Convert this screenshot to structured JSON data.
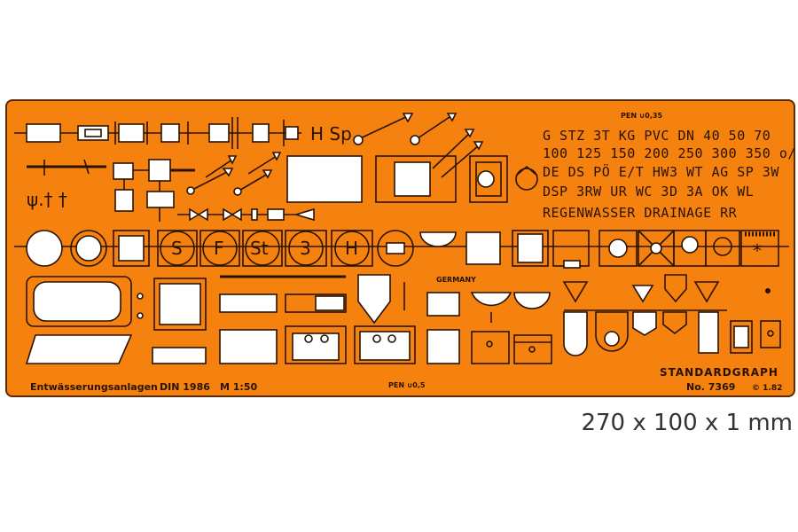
{
  "pen_top": "PEN ∪0,35",
  "pen_bottom": "PEN ∪0,5",
  "symbol_hsp": "H Sp",
  "label_rows": [
    "G  STZ  3T  KG  PVC  DN  40  50  70",
    "100  125  150  200  250  300  350  o/",
    "DE  DS  PÖ  E/T  HW3  WT  AG  SP  3W",
    "DSP  3RW  UR  WC  3D  3A  OK  WL",
    "REGENWASSER   DRAINAGE   RR"
  ],
  "circle_letters": [
    "S",
    "F",
    "St",
    "3",
    "H"
  ],
  "germany": "GERMANY",
  "footer_left": "Entwässerungsanlagen",
  "din": "DIN 1986",
  "scale": "M 1:50",
  "brand": "STANDARDGRAPH",
  "model_no": "No. 7369",
  "copyright": "© 1.82",
  "dimensions_caption": "270 x 100 x 1 mm"
}
